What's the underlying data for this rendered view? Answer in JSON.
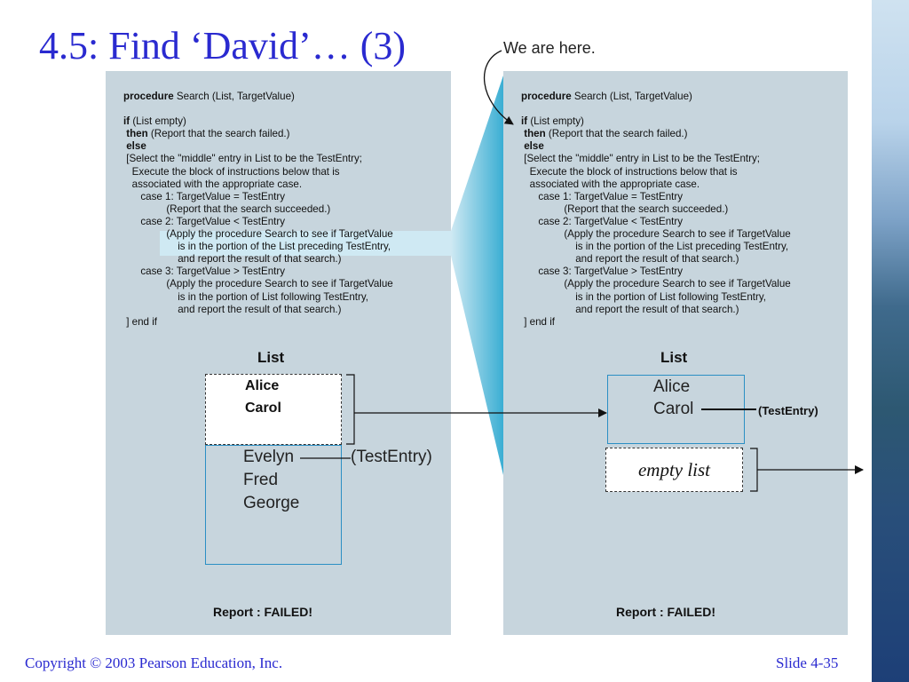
{
  "slide": {
    "title": "4.5: Find ‘David’… (3)",
    "annotation": "We are here.",
    "copyright": "Copyright © 2003 Pearson Education, Inc.",
    "slide_number": "Slide 4-35"
  },
  "procedure": {
    "lines": [
      {
        "k": "procedure",
        "t": " Search (List, TargetValue)"
      },
      {
        "k": "",
        "t": " "
      },
      {
        "k": "if",
        "t": " (List empty)"
      },
      {
        "k": " then",
        "t": " (Report that the search failed.)"
      },
      {
        "k": " else",
        "t": ""
      },
      {
        "k": "",
        "t": " [Select the \"middle\" entry in List to be the TestEntry;"
      },
      {
        "k": "",
        "t": "   Execute the block of instructions below that is"
      },
      {
        "k": "",
        "t": "   associated with the appropriate case."
      },
      {
        "k": "",
        "t": "      case 1: TargetValue = TestEntry"
      },
      {
        "k": "",
        "t": "               (Report that the search succeeded.)"
      },
      {
        "k": "",
        "t": "      case 2: TargetValue < TestEntry"
      },
      {
        "k": "",
        "t": "               (Apply the procedure Search to see if TargetValue"
      },
      {
        "k": "",
        "t": "                   is in the portion of the List preceding TestEntry,"
      },
      {
        "k": "",
        "t": "                   and report the result of that search.)"
      },
      {
        "k": "",
        "t": "      case 3: TargetValue > TestEntry"
      },
      {
        "k": "",
        "t": "               (Apply the procedure Search to see if TargetValue"
      },
      {
        "k": "",
        "t": "                   is in the portion of List following TestEntry,"
      },
      {
        "k": "",
        "t": "                   and report the result of that search.)"
      },
      {
        "k": "",
        "t": " ] end if"
      }
    ]
  },
  "left_panel": {
    "list_label": "List",
    "sublist": [
      "Alice",
      "Carol"
    ],
    "remaining": [
      "Evelyn",
      "Fred",
      "George"
    ],
    "test_entry_label": "(TestEntry)",
    "report": "Report : FAILED!"
  },
  "right_panel": {
    "list_label": "List",
    "entries": [
      "Alice",
      "Carol"
    ],
    "test_entry_label": "(TestEntry)",
    "empty_list": "empty list",
    "report": "Report : FAILED!"
  },
  "colors": {
    "title": "#2a2ad0",
    "panel_bg": "#c7d5dd",
    "list_border": "#2b8fc4",
    "funnel": "#49b3d6"
  }
}
